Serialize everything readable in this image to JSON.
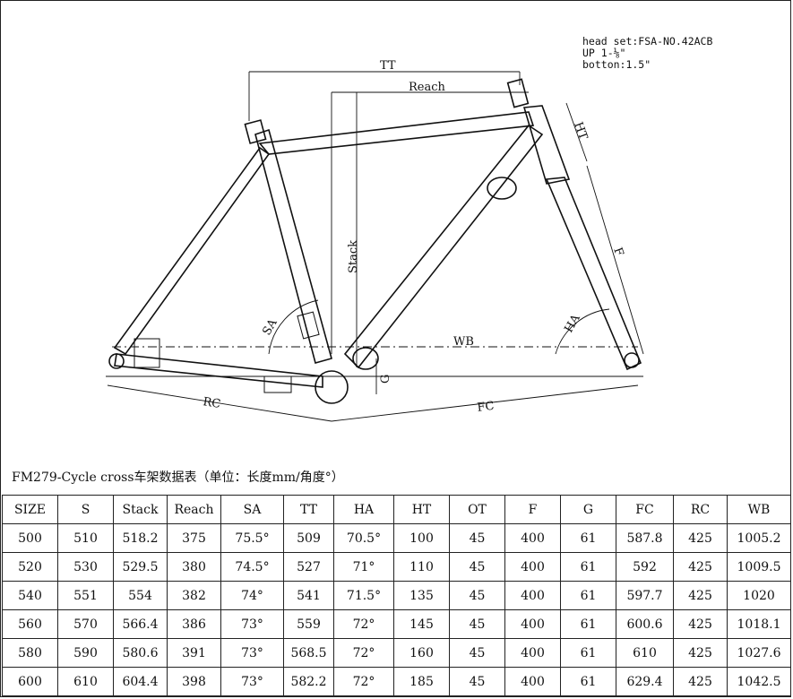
{
  "notes": {
    "headset": "head set:FSA-NO.42ACB",
    "up": "UP 1-⅛\"",
    "bottom": "botton:1.5\""
  },
  "labels": {
    "tt": "TT",
    "reach": "Reach",
    "stack": "Stack",
    "ht": "HT",
    "f": "F",
    "sa": "SA",
    "ha": "HA",
    "wb": "WB",
    "g": "G",
    "rc": "RC",
    "fc": "FC"
  },
  "caption": "FM279-Cycle cross车架数据表（单位：长度mm/角度°）",
  "table": {
    "headers": [
      "SIZE",
      "S",
      "Stack",
      "Reach",
      "SA",
      "TT",
      "HA",
      "HT",
      "OT",
      "F",
      "G",
      "FC",
      "RC",
      "WB"
    ],
    "rows": [
      [
        "500",
        "510",
        "518.2",
        "375",
        "75.5°",
        "509",
        "70.5°",
        "100",
        "45",
        "400",
        "61",
        "587.8",
        "425",
        "1005.2"
      ],
      [
        "520",
        "530",
        "529.5",
        "380",
        "74.5°",
        "527",
        "71°",
        "110",
        "45",
        "400",
        "61",
        "592",
        "425",
        "1009.5"
      ],
      [
        "540",
        "551",
        "554",
        "382",
        "74°",
        "541",
        "71.5°",
        "135",
        "45",
        "400",
        "61",
        "597.7",
        "425",
        "1020"
      ],
      [
        "560",
        "570",
        "566.4",
        "386",
        "73°",
        "559",
        "72°",
        "145",
        "45",
        "400",
        "61",
        "600.6",
        "425",
        "1018.1"
      ],
      [
        "580",
        "590",
        "580.6",
        "391",
        "73°",
        "568.5",
        "72°",
        "160",
        "45",
        "400",
        "61",
        "610",
        "425",
        "1027.6"
      ],
      [
        "600",
        "610",
        "604.4",
        "398",
        "73°",
        "582.2",
        "72°",
        "185",
        "45",
        "400",
        "61",
        "629.4",
        "425",
        "1042.5"
      ]
    ]
  }
}
